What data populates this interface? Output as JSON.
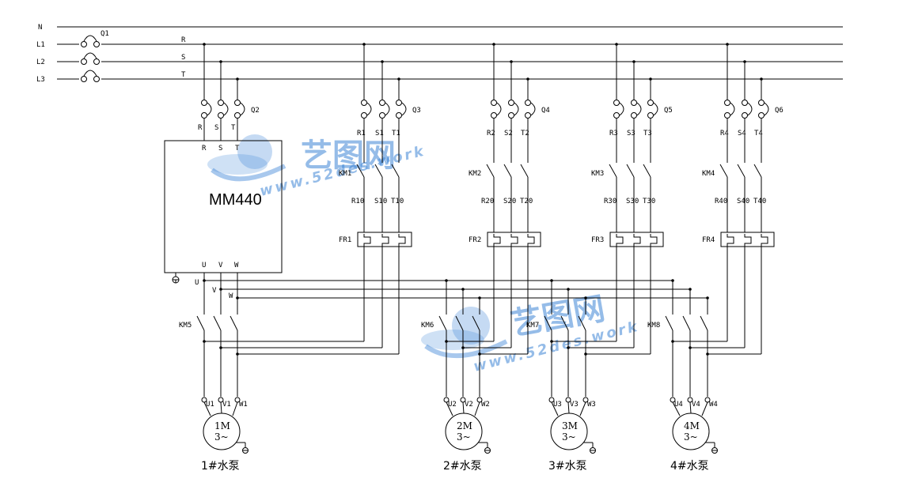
{
  "bus": {
    "N": "N",
    "L1": "L1",
    "L2": "L2",
    "L3": "L3",
    "main_breaker": "Q1",
    "R": "R",
    "S": "S",
    "T": "T"
  },
  "drive": {
    "breaker": "Q2",
    "top_labels": [
      "R",
      "S",
      "T"
    ],
    "in_labels": [
      "R",
      "S",
      "T"
    ],
    "name": "MM440",
    "out_labels": [
      "U",
      "V",
      "W"
    ],
    "bus_labels": [
      "U",
      "V",
      "W"
    ]
  },
  "branches": [
    {
      "breaker": "Q3",
      "phases": [
        "R1",
        "S1",
        "T1"
      ],
      "contactor": "KM1",
      "load": [
        "R10",
        "S10",
        "T10"
      ],
      "relay": "FR1"
    },
    {
      "breaker": "Q4",
      "phases": [
        "R2",
        "S2",
        "T2"
      ],
      "contactor": "KM2",
      "load": [
        "R20",
        "S20",
        "T20"
      ],
      "relay": "FR2"
    },
    {
      "breaker": "Q5",
      "phases": [
        "R3",
        "S3",
        "T3"
      ],
      "contactor": "KM3",
      "load": [
        "R30",
        "S30",
        "T30"
      ],
      "relay": "FR3"
    },
    {
      "breaker": "Q6",
      "phases": [
        "R4",
        "S4",
        "T4"
      ],
      "contactor": "KM4",
      "load": [
        "R40",
        "S40",
        "T40"
      ],
      "relay": "FR4"
    }
  ],
  "motors": [
    {
      "contactor": "KM5",
      "terms": [
        "U1",
        "V1",
        "W1"
      ],
      "label": "1M",
      "phase": "3~",
      "caption": "1#水泵"
    },
    {
      "contactor": "KM6",
      "terms": [
        "U2",
        "V2",
        "W2"
      ],
      "label": "2M",
      "phase": "3~",
      "caption": "2#水泵"
    },
    {
      "contactor": "KM7",
      "terms": [
        "U3",
        "V3",
        "W3"
      ],
      "label": "3M",
      "phase": "3~",
      "caption": "3#水泵"
    },
    {
      "contactor": "KM8",
      "terms": [
        "U4",
        "V4",
        "W4"
      ],
      "label": "4M",
      "phase": "3~",
      "caption": "4#水泵"
    }
  ],
  "watermark": {
    "text": "艺图网",
    "url": "www.52des.work"
  }
}
